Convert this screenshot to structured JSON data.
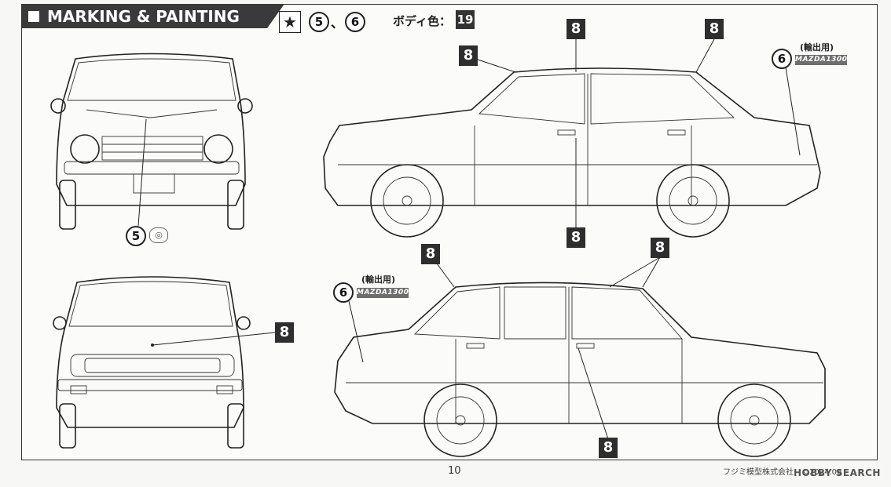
{
  "header": {
    "title": "MARKING & PAINTING",
    "markings": [
      "5",
      "6"
    ],
    "separator": "、",
    "star_symbol": "★"
  },
  "body_color": {
    "label": "ボディ色：",
    "number": "19"
  },
  "callouts": {
    "eight": "8",
    "five": "5",
    "six": "6"
  },
  "notes": {
    "export": "(輸出用)"
  },
  "logo": {
    "mazda_text": "MAZDA",
    "model_text": "1300"
  },
  "footer": {
    "page_number": "10",
    "copyright": "フジミ模型株式会社　©2024.06",
    "watermark": "HOBBY SEARCH"
  }
}
